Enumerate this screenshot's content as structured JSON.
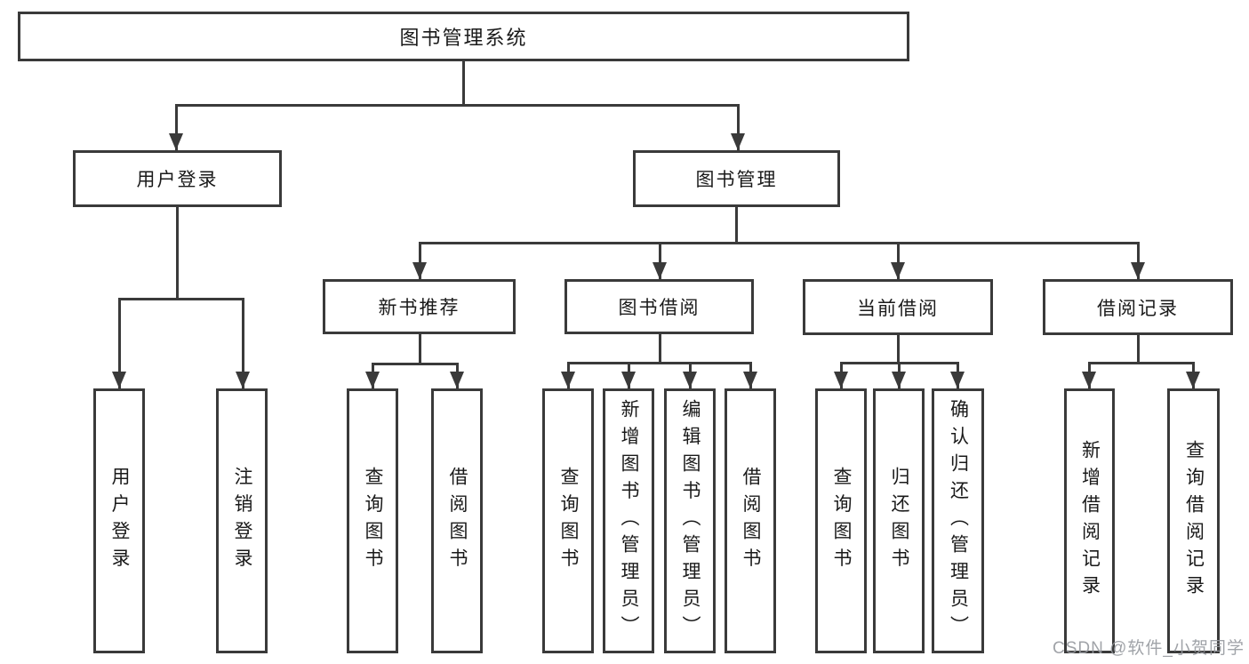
{
  "diagram": {
    "root": {
      "label": "图书管理系统"
    },
    "level2": [
      {
        "label": "用户登录"
      },
      {
        "label": "图书管理"
      }
    ],
    "level3": [
      {
        "label": "新书推荐"
      },
      {
        "label": "图书借阅"
      },
      {
        "label": "当前借阅"
      },
      {
        "label": "借阅记录"
      }
    ],
    "leaves": [
      {
        "label": "用户登录"
      },
      {
        "label": "注销登录"
      },
      {
        "label": "查询图书"
      },
      {
        "label": "借阅图书"
      },
      {
        "label": "查询图书"
      },
      {
        "label": "新增图书（管理员）"
      },
      {
        "label": "编辑图书（管理员）"
      },
      {
        "label": "借阅图书"
      },
      {
        "label": "查询图书"
      },
      {
        "label": "归还图书"
      },
      {
        "label": "确认归还（管理员）"
      },
      {
        "label": "新增借阅记录"
      },
      {
        "label": "查询借阅记录"
      }
    ],
    "watermark": "CSDN @软件_小贺同学",
    "colors": {
      "line": "#3a3a3a",
      "text": "#1a1a1a",
      "watermark": "#96999e",
      "background": "#ffffff"
    }
  }
}
